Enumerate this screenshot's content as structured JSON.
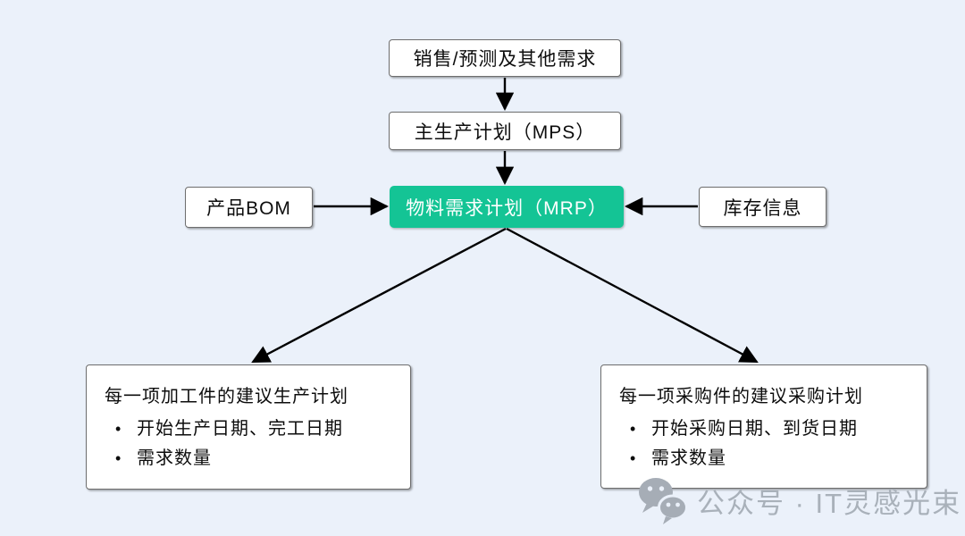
{
  "diagram": {
    "title_hint": "MRP flowchart",
    "nodes": {
      "demand": {
        "label": "销售/预测及其他需求"
      },
      "mps": {
        "label": "主生产计划（MPS）"
      },
      "mrp": {
        "label": "物料需求计划（MRP）",
        "fill": "#14c495",
        "text_color": "#ffffff"
      },
      "bom": {
        "label": "产品BOM"
      },
      "inventory": {
        "label": "库存信息"
      },
      "production_plan": {
        "title": "每一项加工件的建议生产计划",
        "bullets": [
          "开始生产日期、完工日期",
          "需求数量"
        ]
      },
      "purchase_plan": {
        "title": "每一项采购件的建议采购计划",
        "bullets": [
          "开始采购日期、到货日期",
          "需求数量"
        ]
      }
    },
    "edges": [
      "demand -> mps",
      "mps -> mrp",
      "bom -> mrp",
      "inventory -> mrp",
      "mrp -> production_plan",
      "mrp -> purchase_plan"
    ],
    "colors": {
      "background": "#ebf1fa",
      "box_fill": "#ffffff",
      "box_border": "#6e6e6e",
      "arrow": "#000000",
      "accent_green": "#14c495",
      "watermark_gray": "#a9b1ba"
    },
    "glyphs": {
      "bullet": "•"
    }
  },
  "watermark": {
    "icon": "wechat-icon",
    "text": "公众号 · IT灵感光束"
  }
}
